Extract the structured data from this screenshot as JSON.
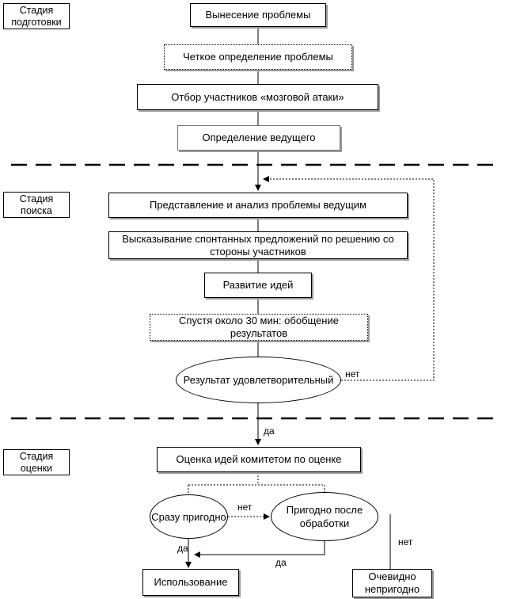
{
  "stages": {
    "preparation": "Стадия подготовки",
    "search": "Стадия поиска",
    "evaluation": "Стадия оценки"
  },
  "steps": {
    "s1": "Вынесение проблемы",
    "s2": "Четкое определение проблемы",
    "s3": "Отбор участников «мозговой атаки»",
    "s4": "Определение ведущего",
    "s5": "Представление и анализ проблемы ведущим",
    "s6": "Высказывание спонтанных предложений по решению со стороны участников",
    "s7": "Развитие идей",
    "s8": "Спустя около 30 мин: обобщение результатов",
    "s9": "Оценка идей комитетом по оценке",
    "use": "Использование",
    "unfit": "Очевидно непригодно"
  },
  "decisions": {
    "result_ok": "Результат удовлетворительный",
    "fit_now": "Сразу пригодно",
    "fit_after": "Пригодно после обработки"
  },
  "labels": {
    "no_1": "нет",
    "yes_1": "да",
    "no_2": "нет",
    "no_3": "нет",
    "yes_2": "да",
    "yes_3": "да"
  }
}
